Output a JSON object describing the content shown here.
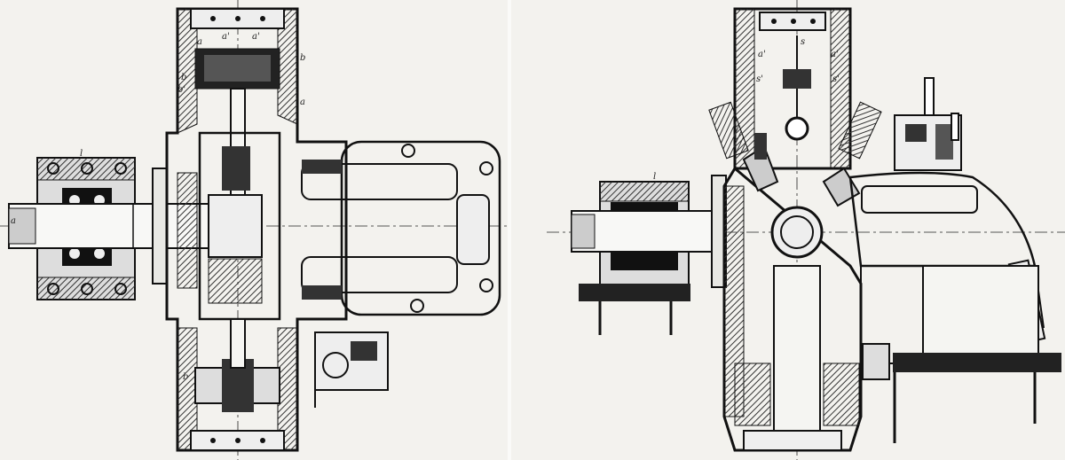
{
  "figure": {
    "left": {
      "labels": {
        "a_top": "a",
        "b_top": "b",
        "b_left": "b",
        "b_prime": "b'",
        "a_right": "a",
        "a_top2": "a'",
        "a_top3": "a'",
        "b_bottom": "b",
        "l_shaft": "l",
        "a_shaft": "a"
      }
    },
    "right": {
      "labels": {
        "s_top": "s",
        "a_prime_left": "a'",
        "a_prime_right": "a'",
        "s_left": "s'",
        "s_right": "s'",
        "l_bearing": "l"
      }
    },
    "colors": {
      "ink": "#1a1a1a",
      "paper": "#f3f2ee",
      "hatch": "#555555"
    }
  }
}
